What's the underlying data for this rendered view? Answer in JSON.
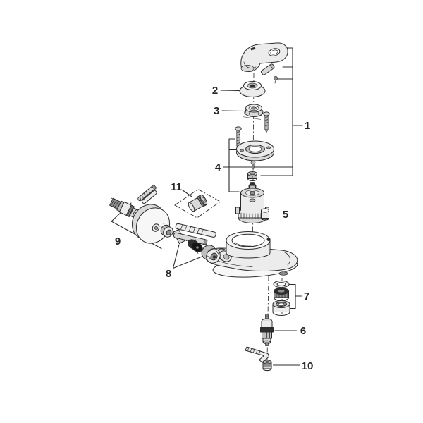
{
  "diagram": {
    "background": "#ffffff",
    "ink_color": "#2b2b2b",
    "callouts": [
      {
        "id": "1",
        "label": "1"
      },
      {
        "id": "2",
        "label": "2"
      },
      {
        "id": "3",
        "label": "3"
      },
      {
        "id": "4",
        "label": "4"
      },
      {
        "id": "5",
        "label": "5"
      },
      {
        "id": "6",
        "label": "6"
      },
      {
        "id": "7",
        "label": "7"
      },
      {
        "id": "8",
        "label": "8"
      },
      {
        "id": "9",
        "label": "9"
      },
      {
        "id": "10",
        "label": "10"
      },
      {
        "id": "11",
        "label": "11"
      }
    ]
  }
}
